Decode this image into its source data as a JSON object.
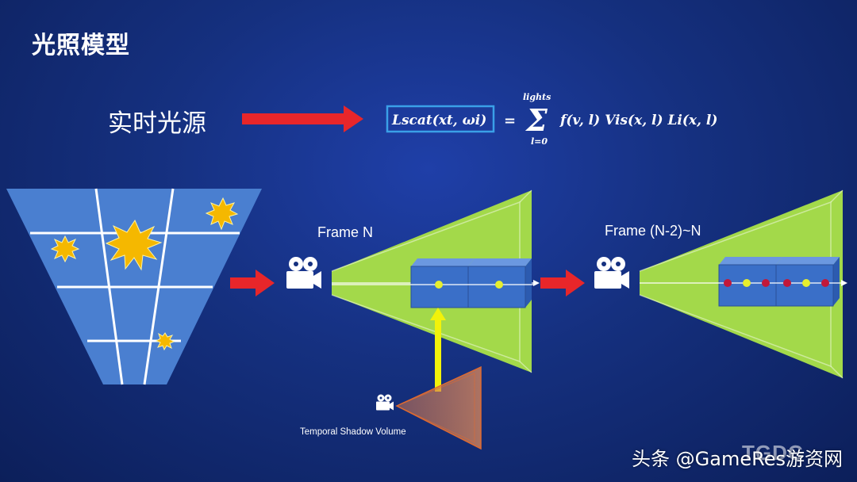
{
  "title": "光照模型",
  "realtime_label": "实时光源",
  "equation": {
    "lhs": "Lscat(xt, ωi)",
    "equals": "=",
    "sigma": "Σ",
    "upper": "lights",
    "lower": "l=0",
    "rhs": "f(v, l) Vis(x, l) Li(x, l)"
  },
  "frame_n_label": "Frame N",
  "frame_range_label": "Frame (N-2)~N",
  "shadow_volume_label": "Temporal Shadow Volume",
  "watermark": "头条 @GameRes游资网",
  "logo_text": "TGDC",
  "colors": {
    "background": "#15307f",
    "frustum_green": "#a3d94a",
    "grid_blue": "#4a7fd0",
    "arrow_red": "#e8262a",
    "arrow_yellow": "#f2f20a",
    "highlight_box": "#3aa0e8",
    "shadow_orange": "#d67a4a"
  },
  "icons": [
    "camera-icon",
    "burst-light-icon",
    "right-arrow-icon",
    "up-arrow-icon"
  ]
}
